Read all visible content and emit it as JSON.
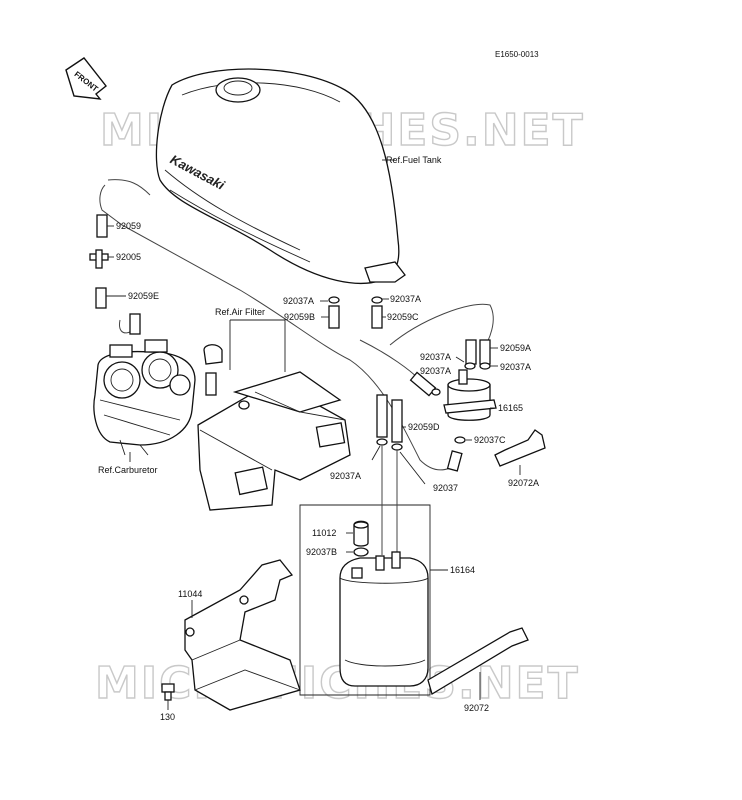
{
  "diagram_code": "E1650-0013",
  "front_label": "FRONT",
  "watermark": "MICROFICHES.NET",
  "tank_brand": "Kawasaki",
  "labels": {
    "fuel_tank": "Ref.Fuel Tank",
    "air_filter": "Ref.Air Filter",
    "carburetor": "Ref.Carburetor",
    "p92059": "92059",
    "p92005": "92005",
    "p92059E": "92059E",
    "p92037A_l": "92037A",
    "p92059B": "92059B",
    "p92037A_r": "92037A",
    "p92059C": "92059C",
    "p92037A_m": "92037A",
    "p92037A_m2": "92037A",
    "p92059A": "92059A",
    "p92037A_r2": "92037A",
    "p16165": "16165",
    "p92059D": "92059D",
    "p92037C": "92037C",
    "p92037A_b": "92037A",
    "p92037": "92037",
    "p92072A": "92072A",
    "p11012": "11012",
    "p92037B": "92037B",
    "p16164": "16164",
    "p11044": "11044",
    "p130": "130",
    "p92072": "92072"
  }
}
